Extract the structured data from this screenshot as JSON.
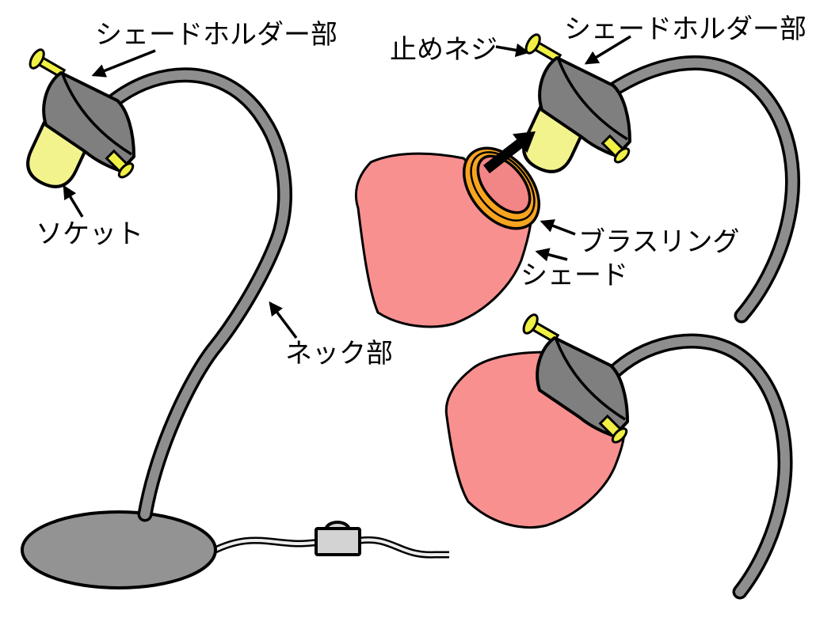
{
  "diagram": {
    "labels": {
      "shade_holder_left": "シェードホルダー部",
      "socket": "ソケット",
      "set_screw": "止めネジ",
      "shade_holder_right": "シェードホルダー部",
      "brass_ring": "ブラスリング",
      "shade": "シェード",
      "neck": "ネック部"
    }
  },
  "colors": {
    "background": "#FFFFFF",
    "outline": "#000000",
    "label_text": "#000000",
    "shade_pink": "#F99090",
    "shade_inner_pink": "#F28585",
    "brass_ring_orange": "#F7A41F",
    "socket_yellow": "#F3F38D",
    "screw_yellow": "#F0F045",
    "metal_gray": "#8E8E8E",
    "holder_gray": "#7F7F7F",
    "base_gray": "#939393",
    "switch_gray": "#D3D3D3",
    "cord_inner_gray": "#EDEDED"
  }
}
